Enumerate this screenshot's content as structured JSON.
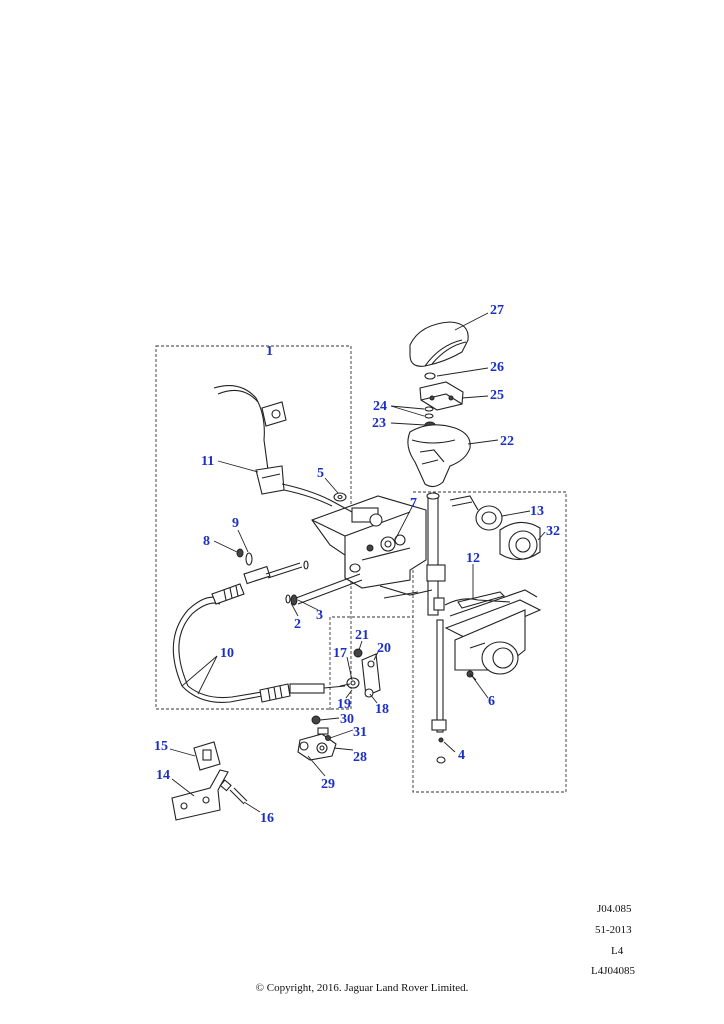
{
  "callouts": [
    {
      "n": "1"
    },
    {
      "n": "2"
    },
    {
      "n": "3"
    },
    {
      "n": "4"
    },
    {
      "n": "5"
    },
    {
      "n": "6"
    },
    {
      "n": "7"
    },
    {
      "n": "8"
    },
    {
      "n": "9"
    },
    {
      "n": "10"
    },
    {
      "n": "11"
    },
    {
      "n": "12"
    },
    {
      "n": "13"
    },
    {
      "n": "14"
    },
    {
      "n": "15"
    },
    {
      "n": "16"
    },
    {
      "n": "17"
    },
    {
      "n": "18"
    },
    {
      "n": "19"
    },
    {
      "n": "20"
    },
    {
      "n": "21"
    },
    {
      "n": "22"
    },
    {
      "n": "23"
    },
    {
      "n": "24"
    },
    {
      "n": "25"
    },
    {
      "n": "26"
    },
    {
      "n": "27"
    },
    {
      "n": "28"
    },
    {
      "n": "29"
    },
    {
      "n": "30"
    },
    {
      "n": "31"
    },
    {
      "n": "32"
    }
  ],
  "footer": {
    "code": "J04.085",
    "date_code": "51-2013",
    "level": "L4",
    "illustration_id": "L4J04085",
    "copyright": "© Copyright, 2016. Jaguar Land Rover Limited."
  },
  "colors": {
    "callout": "#1a2fc4",
    "line": "#222222",
    "background": "#ffffff"
  }
}
